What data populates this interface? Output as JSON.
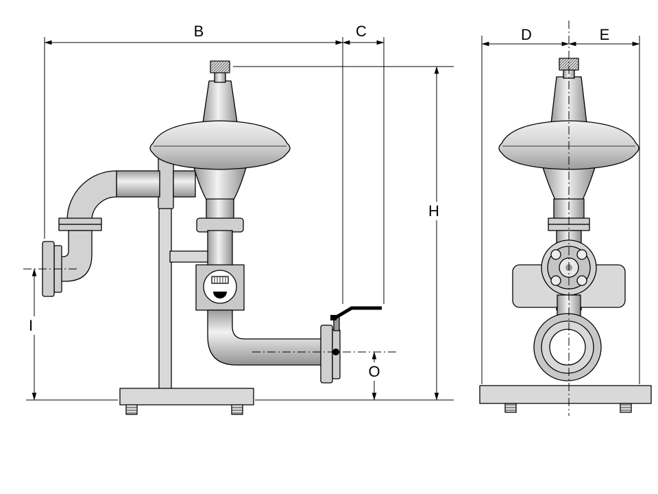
{
  "diagram": {
    "type": "technical-dimension-drawing",
    "labels": {
      "b": "B",
      "c": "C",
      "d": "D",
      "e": "E",
      "h": "H",
      "i": "I",
      "o": "O"
    },
    "colors": {
      "line": "#000000",
      "metal": "#d4d4d4",
      "plate": "#cfcfcf",
      "stand": "#d9d9d9",
      "background": "#ffffff",
      "handle": "#000000"
    }
  }
}
